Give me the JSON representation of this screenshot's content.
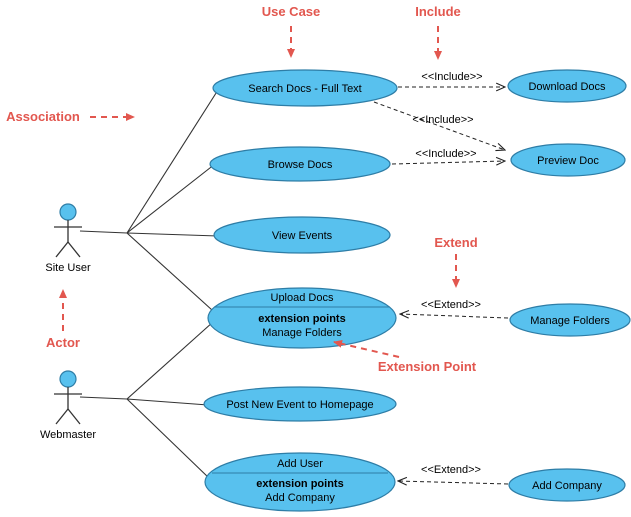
{
  "diagram": {
    "annotations": {
      "use_case": "Use Case",
      "include": "Include",
      "association": "Association",
      "extend": "Extend",
      "actor": "Actor",
      "extension_point": "Extension Point"
    },
    "actors": {
      "site_user": "Site User",
      "webmaster": "Webmaster"
    },
    "use_cases": {
      "search_docs": "Search Docs - Full Text",
      "download_docs": "Download Docs",
      "browse_docs": "Browse Docs",
      "preview_doc": "Preview Doc",
      "view_events": "View Events",
      "upload_docs": "Upload Docs",
      "manage_folders": "Manage Folders",
      "post_new_event": "Post New Event to Homepage",
      "add_user": "Add User",
      "add_company": "Add Company"
    },
    "extension_points": {
      "header": "extension points",
      "upload_docs_point": "Manage Folders",
      "add_user_point": "Add Company"
    },
    "stereotypes": {
      "include": "<<Include>>",
      "extend": "<<Extend>>"
    },
    "colors": {
      "node_fill": "#58C1EE",
      "node_stroke": "#2E7DA6",
      "annotation_red": "#E2574F"
    }
  }
}
